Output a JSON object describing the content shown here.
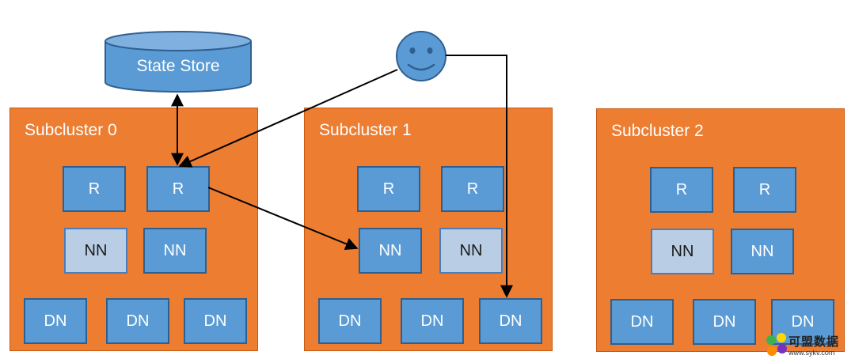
{
  "state_store": {
    "label": "State Store"
  },
  "clusters": [
    {
      "title": "Subcluster 0",
      "routers": [
        "R",
        "R"
      ],
      "namenodes": [
        {
          "label": "NN",
          "state": "standby"
        },
        {
          "label": "NN",
          "state": "active"
        }
      ],
      "datanodes": [
        "DN",
        "DN",
        "DN"
      ]
    },
    {
      "title": "Subcluster 1",
      "routers": [
        "R",
        "R"
      ],
      "namenodes": [
        {
          "label": "NN",
          "state": "active"
        },
        {
          "label": "NN",
          "state": "standby"
        }
      ],
      "datanodes": [
        "DN",
        "DN",
        "DN"
      ]
    },
    {
      "title": "Subcluster 2",
      "routers": [
        "R",
        "R"
      ],
      "namenodes": [
        {
          "label": "NN",
          "state": "standby"
        },
        {
          "label": "NN",
          "state": "active"
        }
      ],
      "datanodes": [
        "DN",
        "DN",
        "DN"
      ]
    }
  ],
  "watermark": {
    "title": "可盟数据",
    "url": "www.sykv.com"
  },
  "colors": {
    "cluster_fill": "#ed7d31",
    "active_node": "#5b9bd5",
    "standby_node": "#b9cde5",
    "client_face": "#5b9bd5"
  }
}
